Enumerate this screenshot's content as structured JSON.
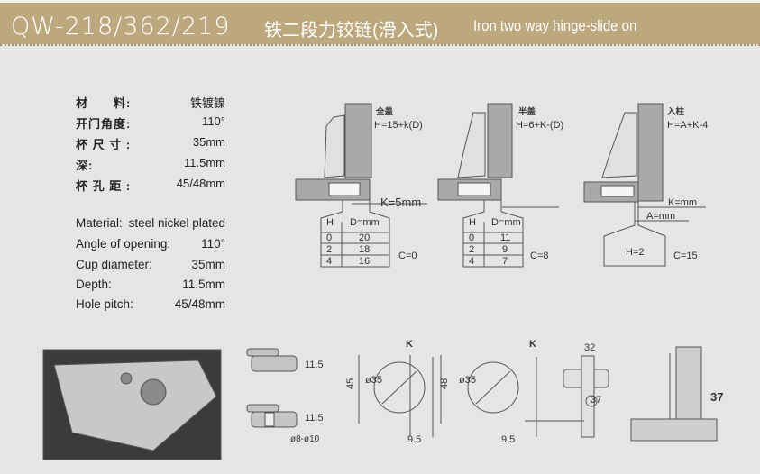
{
  "header": {
    "model": "QW-218/362/219",
    "title_cn": "铁二段力铰链(滑入式)",
    "title_en": "Iron two way hinge-slide on"
  },
  "specs_cn": [
    {
      "label": "材　　料:",
      "value": "铁镀镍"
    },
    {
      "label": "开门角度:",
      "value": "110°"
    },
    {
      "label": "杯 尺 寸 :",
      "value": "35mm"
    },
    {
      "label": "深:",
      "value": "11.5mm"
    },
    {
      "label": "杯 孔 距 :",
      "value": "45/48mm"
    }
  ],
  "specs_en": [
    {
      "label": "Material:",
      "value": "steel nickel plated"
    },
    {
      "label": "Angle of opening:",
      "value": "110°"
    },
    {
      "label": "Cup diameter:",
      "value": "35mm"
    },
    {
      "label": "Depth:",
      "value": "11.5mm"
    },
    {
      "label": "Hole pitch:",
      "value": "45/48mm"
    }
  ],
  "diagrams": [
    {
      "type": "全盖",
      "formula": "H=15+k(D)",
      "k": "K=5mm",
      "table_head": [
        "H",
        "D=mm"
      ],
      "rows": [
        [
          "0",
          "20"
        ],
        [
          "2",
          "18"
        ],
        [
          "4",
          "16"
        ]
      ],
      "c": "C=0"
    },
    {
      "type": "半盖",
      "formula": "H=6+K-(D)",
      "table_head": [
        "H",
        "D=mm"
      ],
      "rows": [
        [
          "0",
          "11"
        ],
        [
          "2",
          "9"
        ],
        [
          "4",
          "7"
        ]
      ],
      "c": "C=8"
    },
    {
      "type": "入柱",
      "formula": "H=A+K-4",
      "k": "K=mm",
      "a": "A=mm",
      "h": "H=2",
      "c": "C=15"
    }
  ],
  "dims": {
    "depth1": "11.5",
    "depth2": "11.5",
    "screw": "ø8-ø10",
    "cup_dia1": "ø35",
    "pitch1": "45",
    "offset1": "9.5",
    "k1": "K",
    "cup_dia2": "ø35",
    "pitch2": "48",
    "offset2": "9.5",
    "k2": "K",
    "plate_width": "32",
    "plate_height": "37",
    "side_height": "37"
  }
}
